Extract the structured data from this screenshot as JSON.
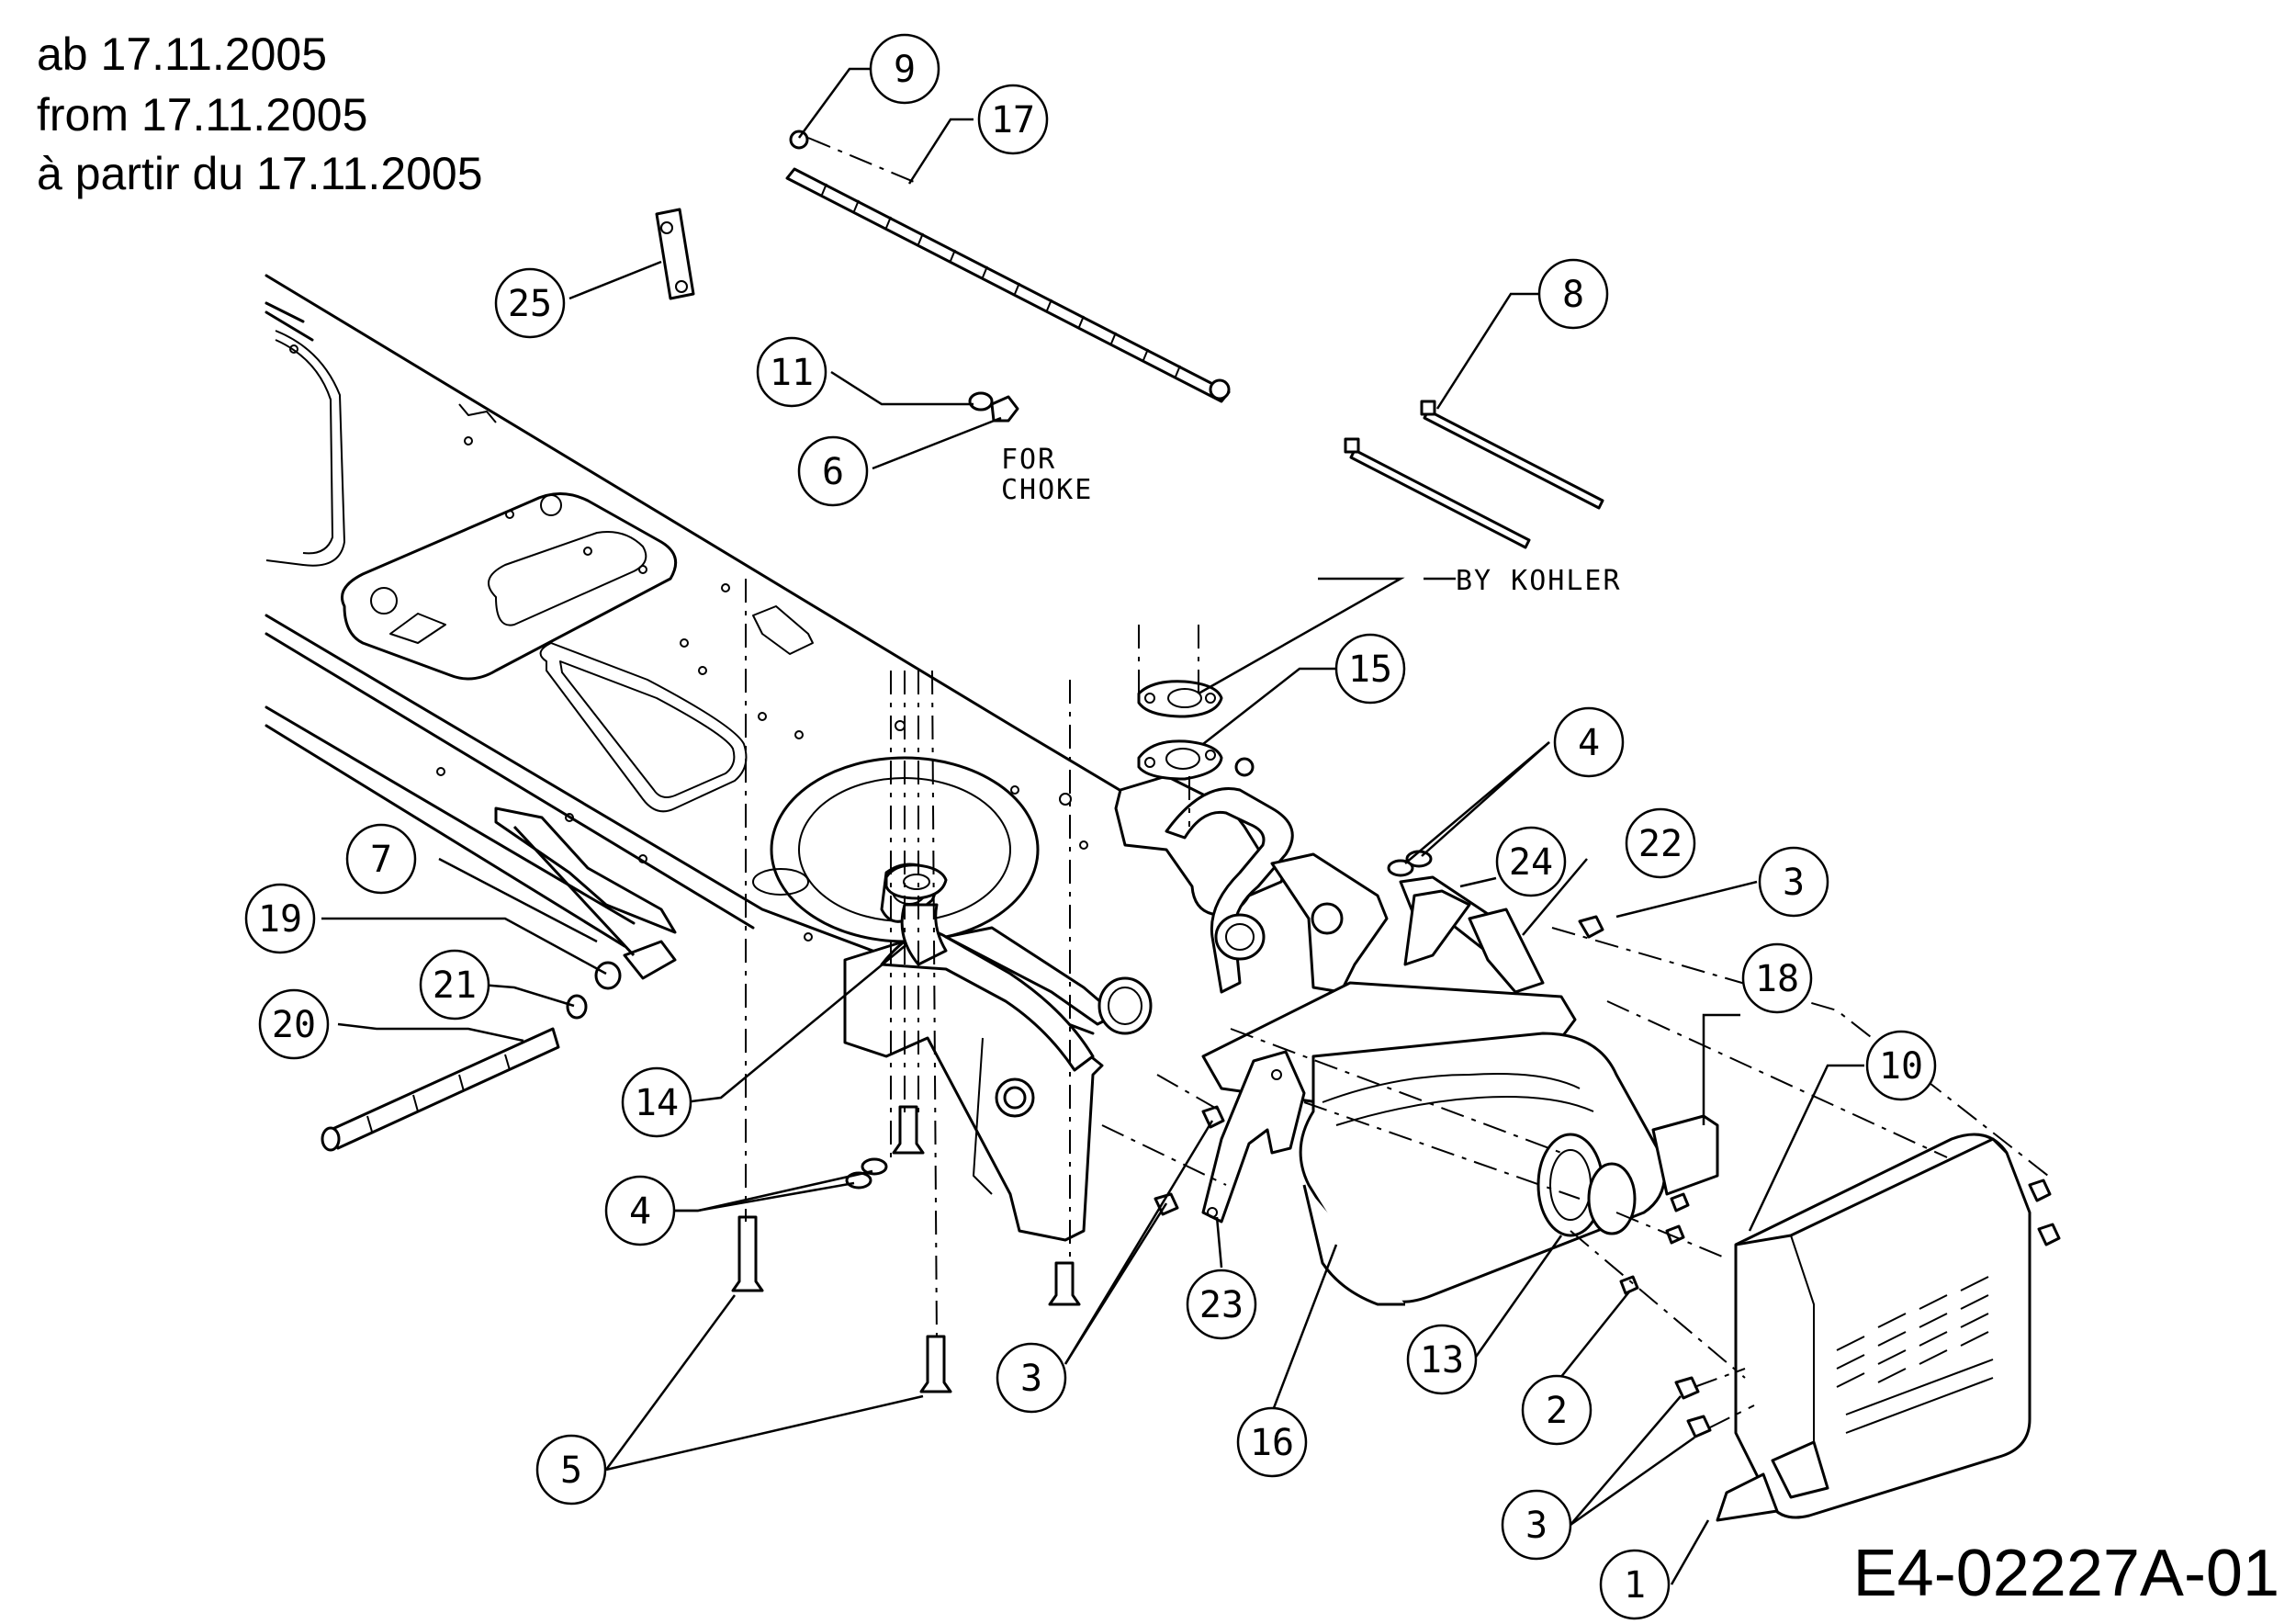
{
  "header": {
    "lines": [
      "ab 17.11.2005",
      "from 17.11.2005",
      "à partir du 17.11.2005"
    ]
  },
  "drawing_code": "E4-02227A-01",
  "notes": {
    "choke_line1": "FOR",
    "choke_line2": "CHOKE",
    "kohler": "BY KOHLER"
  },
  "callouts": [
    {
      "label": "9"
    },
    {
      "label": "17"
    },
    {
      "label": "25"
    },
    {
      "label": "11"
    },
    {
      "label": "6"
    },
    {
      "label": "8"
    },
    {
      "label": "15"
    },
    {
      "label": "4"
    },
    {
      "label": "24"
    },
    {
      "label": "22"
    },
    {
      "label": "3"
    },
    {
      "label": "18"
    },
    {
      "label": "10"
    },
    {
      "label": "7"
    },
    {
      "label": "19"
    },
    {
      "label": "21"
    },
    {
      "label": "20"
    },
    {
      "label": "14"
    },
    {
      "label": "4"
    },
    {
      "label": "23"
    },
    {
      "label": "3"
    },
    {
      "label": "16"
    },
    {
      "label": "13"
    },
    {
      "label": "2"
    },
    {
      "label": "5"
    },
    {
      "label": "3"
    },
    {
      "label": "1"
    }
  ]
}
